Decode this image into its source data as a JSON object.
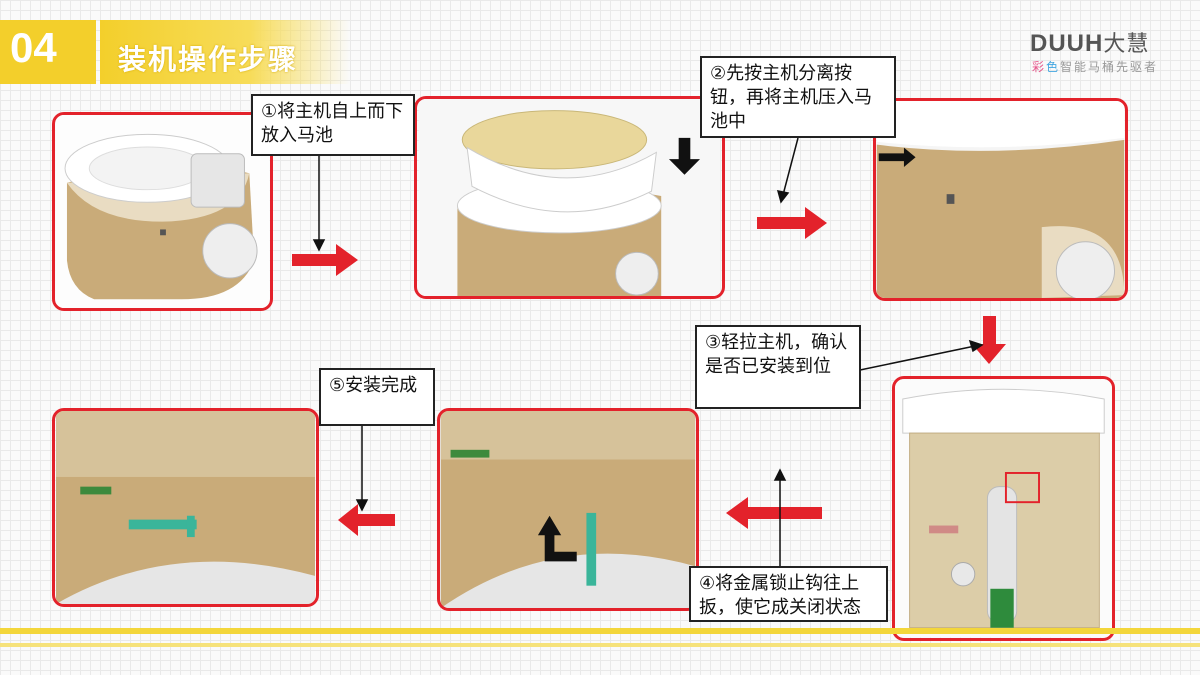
{
  "header": {
    "step_number": "04",
    "title": "装机操作步骤"
  },
  "brand": {
    "logo_latin": "DUUH",
    "logo_cn": "大慧",
    "tagline": [
      "彩",
      "色",
      "智能马桶先驱者"
    ]
  },
  "steps": [
    {
      "id": 1,
      "text": "①将主机自上而下放入马池"
    },
    {
      "id": 2,
      "text": "②先按主机分离按钮，再将主机压入马池中"
    },
    {
      "id": 3,
      "text": "③轻拉主机，确认是否已安装到位"
    },
    {
      "id": 4,
      "text": "④将金属锁止钩往上扳，使它成关闭状态"
    },
    {
      "id": 5,
      "text": "⑤安装完成"
    }
  ],
  "colors": {
    "accent_red": "#e3222b",
    "accent_yellow": "#f3cf2b",
    "body_gold": "#c9ab79"
  }
}
